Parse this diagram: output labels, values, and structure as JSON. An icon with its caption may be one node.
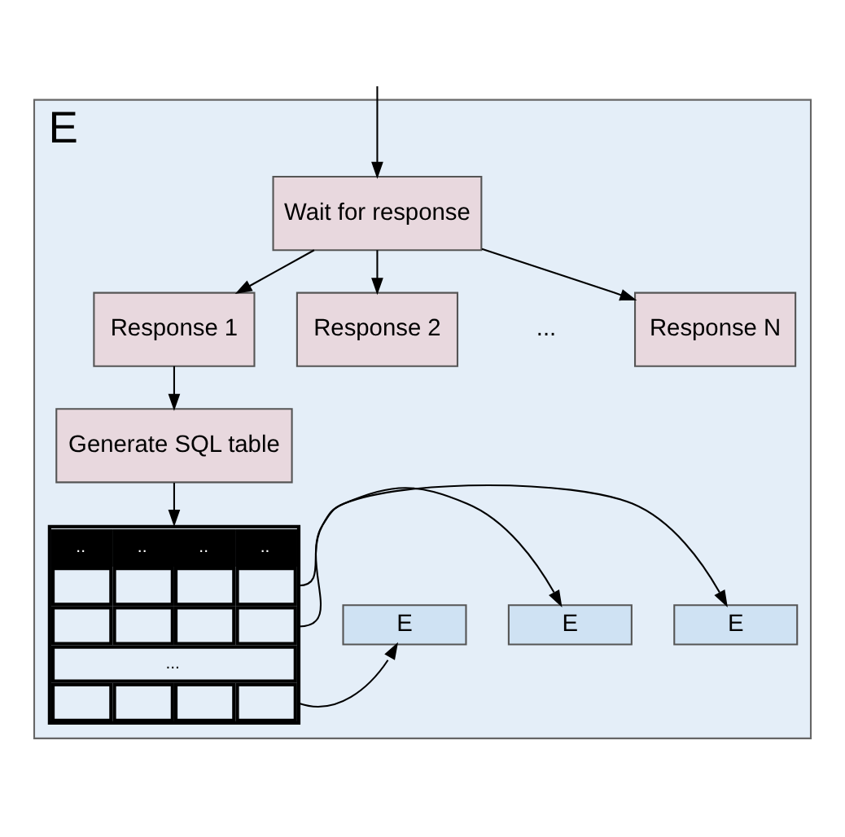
{
  "diagram": {
    "nodes": [
      {
        "text": [
          "E"
        ]
      },
      {
        "text": [
          "Wait for response"
        ],
        "in": 0
      },
      {
        "text": [
          "Response 1"
        ],
        "in": 0
      },
      {
        "text": [
          "Response 2"
        ],
        "in": 0
      },
      {
        "text": [
          "Response N"
        ],
        "in": 0
      },
      {
        "text": [
          "Generate SQL table"
        ],
        "in": 0
      },
      {
        "text": [
          "..",
          "..",
          "..",
          "..",
          "..."
        ],
        "in": 0
      },
      {
        "text": [
          "E"
        ],
        "in": 0
      },
      {
        "text": [
          "E"
        ],
        "in": 0
      },
      {
        "text": [
          "E"
        ],
        "in": 0
      }
    ],
    "edges": [
      {
        "from": null,
        "to": 1,
        "arrow": "to"
      },
      {
        "from": 1,
        "to": 2,
        "arrow": "to"
      },
      {
        "from": 1,
        "to": 3,
        "arrow": "to"
      },
      {
        "from": 1,
        "to": 4,
        "arrow": "to"
      },
      {
        "from": 2,
        "to": 5,
        "arrow": "to"
      },
      {
        "from": 5,
        "to": 6,
        "arrow": "to"
      },
      {
        "from": 6,
        "to": 7,
        "arrow": "to"
      },
      {
        "from": 6,
        "to": 8,
        "arrow": "to"
      },
      {
        "from": 6,
        "to": 9,
        "arrow": "to"
      }
    ],
    "labels": [
      "..."
    ]
  }
}
